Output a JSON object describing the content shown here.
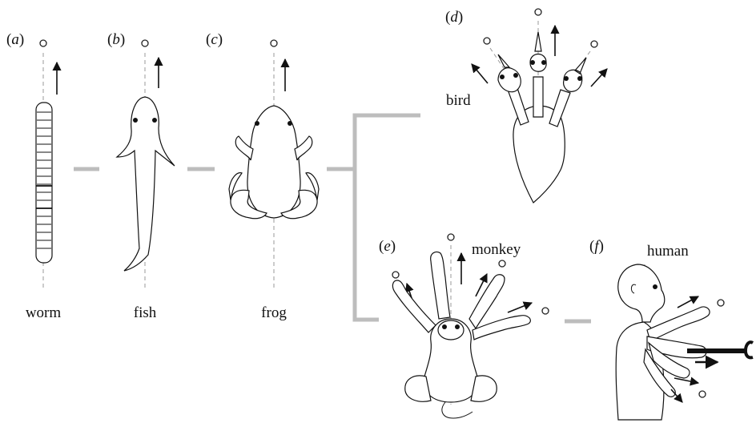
{
  "panels": [
    {
      "id": "a",
      "letter": "a",
      "name": "worm"
    },
    {
      "id": "b",
      "letter": "b",
      "name": "fish"
    },
    {
      "id": "c",
      "letter": "c",
      "name": "frog"
    },
    {
      "id": "d",
      "letter": "d",
      "name": "bird"
    },
    {
      "id": "e",
      "letter": "e",
      "name": "monkey"
    },
    {
      "id": "f",
      "letter": "f",
      "name": "human"
    }
  ],
  "colors": {
    "ink": "#111111",
    "axis": "#9a9a9a",
    "connector": "#bdbdbd",
    "background": "#ffffff"
  }
}
